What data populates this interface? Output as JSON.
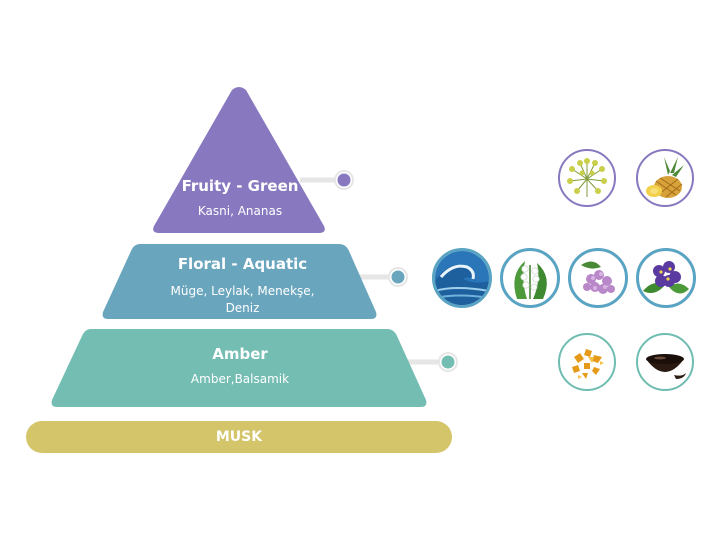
{
  "colors": {
    "top": "#8878bf",
    "middle": "#6aa5be",
    "base": "#74bdb3",
    "musk": "#d5c56a",
    "top_ring": "#8878bf",
    "middle_ring": "#5aa4c3",
    "base_ring": "#6fbdb1",
    "connector": "#e6e6e6"
  },
  "tiers": [
    {
      "title": "Fruity - Green",
      "notes": "Kasni, Ananas"
    },
    {
      "title": "Floral - Aquatic",
      "notes_line1": "Müge, Leylak, Menekşe,",
      "notes_line2": "Deniz"
    },
    {
      "title": "Amber",
      "notes": "Amber,Balsamik"
    }
  ],
  "base": {
    "title": "MUSK"
  },
  "icons": {
    "top": [
      "fennel-flower-icon",
      "pineapple-icon"
    ],
    "middle": [
      "ocean-wave-icon",
      "lily-of-the-valley-icon",
      "lilac-icon",
      "violet-flower-icon"
    ],
    "base": [
      "amber-pieces-icon",
      "balsamic-bowl-icon"
    ]
  }
}
